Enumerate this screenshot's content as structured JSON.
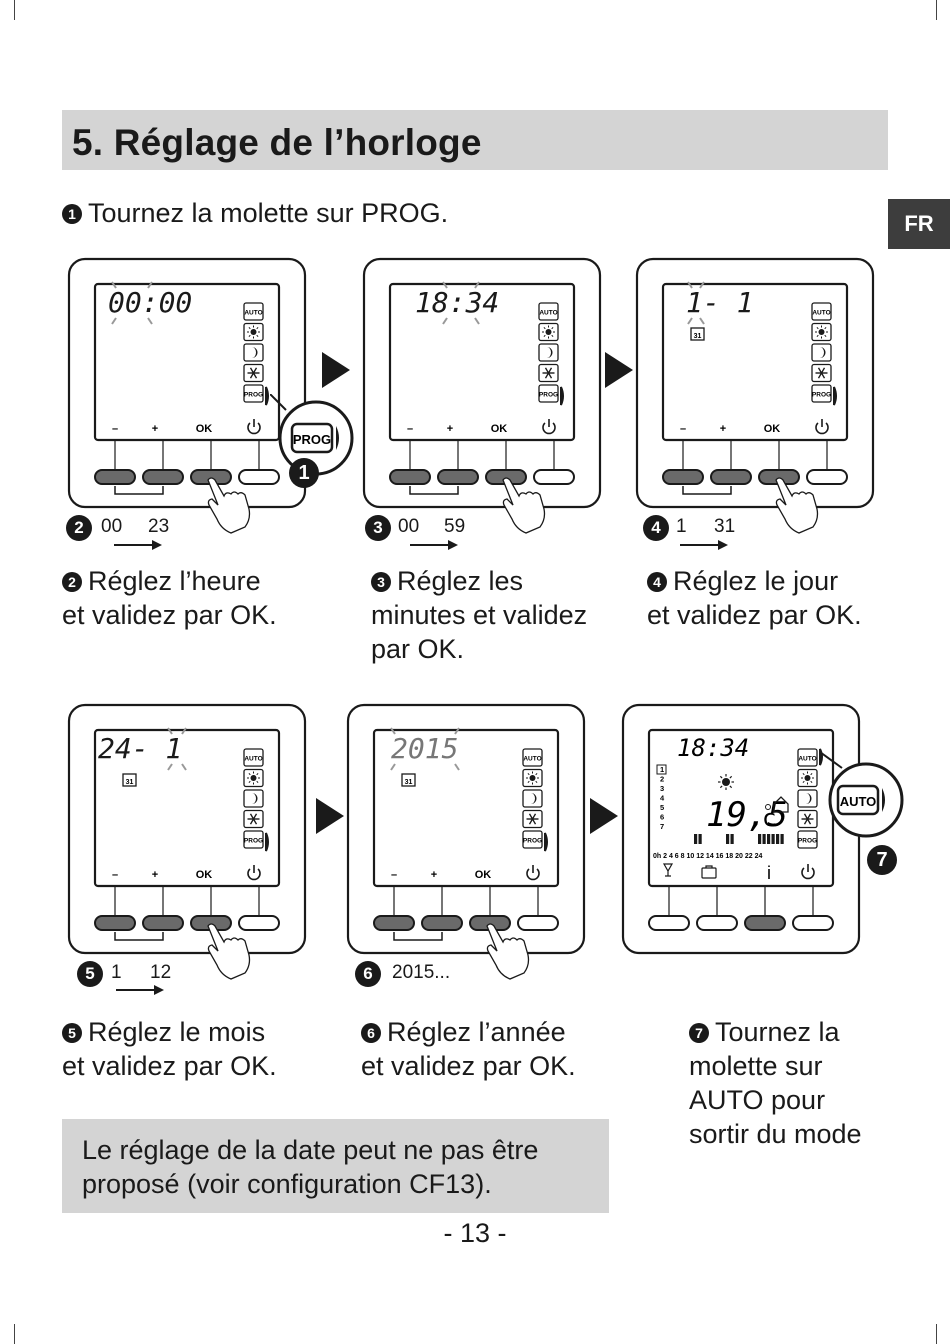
{
  "title": "5. Réglage de l’horloge",
  "lang_tab": "FR",
  "steps": {
    "s1": "Tournez la molette sur PROG.",
    "s2_l1": "Réglez l’heure",
    "s2_l2": "et validez par OK.",
    "s3_l1": "Réglez les",
    "s3_l2": "minutes et validez",
    "s3_l3": "par OK.",
    "s4_l1": "Réglez le jour",
    "s4_l2": "et validez par OK.",
    "s5_l1": "Réglez le mois",
    "s5_l2": "et validez par OK.",
    "s6_l1": "Réglez l’année",
    "s6_l2": "et validez par OK.",
    "s7_l1": "Tournez la",
    "s7_l2": "molette sur",
    "s7_l3": "AUTO pour",
    "s7_l4": "sortir du mode"
  },
  "step_numbers": [
    "1",
    "2",
    "3",
    "4",
    "5",
    "6",
    "7"
  ],
  "ranges": {
    "r2_from": "00",
    "r2_to": "23",
    "r3_from": "00",
    "r3_to": "59",
    "r4_from": "1",
    "r4_to": "31",
    "r5_from": "1",
    "r5_to": "12",
    "r6": "2015..."
  },
  "lcd": {
    "d1": "00:00",
    "d2": "18:34",
    "d3": "1-  1",
    "d4": "24-  1",
    "d5": "2015",
    "d6_time": "18:34",
    "d6_temp": "19,5",
    "d6_unit": "c",
    "calendar_icon": "31",
    "day_list": [
      "1",
      "2",
      "3",
      "4",
      "5",
      "6",
      "7"
    ],
    "hour_scale": "0h 2  4  6  8  10 12 14 16 18 20 22 24"
  },
  "mode_icons": [
    "AUTO",
    "sun-icon",
    "moon-icon",
    "snowflake-icon",
    "PROG"
  ],
  "button_labels": {
    "minus": "–",
    "plus": "+",
    "ok": "OK",
    "power": "power-icon"
  },
  "callouts": {
    "prog": "PROG",
    "auto": "AUTO"
  },
  "note": {
    "l1": "Le réglage de la date peut ne pas être",
    "l2": "proposé (voir configuration CF13)."
  },
  "page_number": "- 13 -"
}
